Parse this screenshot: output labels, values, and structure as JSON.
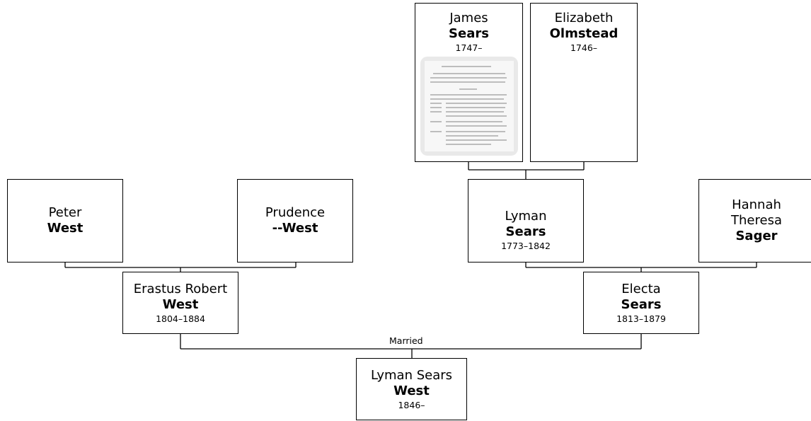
{
  "people": {
    "james_sears": {
      "given": "James",
      "surname": "Sears",
      "dates": "1747–"
    },
    "elizabeth_olmstead": {
      "given": "Elizabeth",
      "surname": "Olmstead",
      "dates": "1746–"
    },
    "peter_west": {
      "given": "Peter",
      "surname": "West"
    },
    "prudence_west": {
      "given": "Prudence",
      "surname": "--West"
    },
    "lyman_sears": {
      "given": "Lyman",
      "surname": "Sears",
      "dates": "1773–1842"
    },
    "hannah_sager": {
      "given": "Hannah Theresa",
      "surname": "Sager"
    },
    "erastus_west": {
      "given": "Erastus Robert",
      "surname": "West",
      "dates": "1804–1884"
    },
    "electa_sears": {
      "given": "Electa",
      "surname": "Sears",
      "dates": "1813–1879"
    },
    "lyman_sears_west": {
      "given": "Lyman Sears",
      "surname": "West",
      "dates": "1846–"
    }
  },
  "relationship_label": "Married",
  "colors": {
    "line": "#000000",
    "box_border": "#000000",
    "background": "#ffffff"
  }
}
